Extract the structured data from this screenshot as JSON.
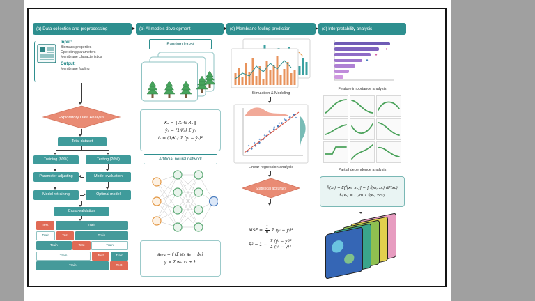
{
  "panel_a": {
    "title": "(a) Data collection and preprocessing",
    "input_label": "Input:",
    "input_items": [
      "Biomass properties",
      "Operating parameters",
      "Membrane characteristics"
    ],
    "output_label": "Output:",
    "output_item": "Membrane fouling",
    "eda_diamond": "Exploratory Data Analysis",
    "total_dataset": "Total dataset",
    "training": "Training (80%)",
    "testing": "Testing (20%)",
    "parameter_adjusting": "Parameter adjusting",
    "model_evaluation": "Model evaluation",
    "model_retraining": "Model retraining",
    "optimal_model": "Optimal model",
    "cross_validation": "Cross-validation",
    "cv_labels": {
      "test": "Test",
      "train": "Train"
    }
  },
  "panel_b": {
    "title": "(b) AI models development",
    "random_forest": "Random forest",
    "rf_formulas": [
      "Kᵤ = ‖ Xᵢ ∈ Rᵤ ‖",
      "ŷᵤ = (1/Kᵤ) Σ yᵢ",
      "Iᵤ = (1/Kᵤ) Σ (yᵢ − ŷᵤ)²"
    ],
    "ann": "Artificial neural network",
    "ann_formulas": [
      "aₖ₊₁ = f (Σ wₖ aₖ + bₖ)",
      "y = Σ wₖ xₖ + b"
    ]
  },
  "panel_c": {
    "title": "(c) Membrane fouling prediction",
    "simulation_label": "Simulation & Modeling",
    "regression_label": "Linear-regression analysis",
    "accuracy_diamond": "Statistical accuracy",
    "mse_prefix": "MSE =",
    "mse_num": "1",
    "mse_den": "n",
    "mse_sum": "Σ (yᵢ − ŷᵢ)²",
    "r2_prefix": "R² = 1 −",
    "r2_num": "Σ (ŷᵢ − yᵢ)²",
    "r2_den": "Σ (yᵢ − ȳ)²"
  },
  "panel_d": {
    "title": "(d) Interpretability analysis",
    "feature_importance_label": "Feature importance analysis",
    "pdp_label": "Partial dependence analysis",
    "formulas": [
      "f̂ₛ(xₛ) = E[f̂(xₛ, xc)] = ∫ f̂(xₛ, xc) dP(xc)",
      "f̂ₛ(xₛ) = (1/n) Σ f̂(xₛ, xc⁽ⁱ⁾)"
    ]
  },
  "colors": {
    "teal_header": "#2e8f8f",
    "teal_box": "#3f9b9b",
    "salmon": "#e98b74",
    "test_red": "#e06a55"
  }
}
